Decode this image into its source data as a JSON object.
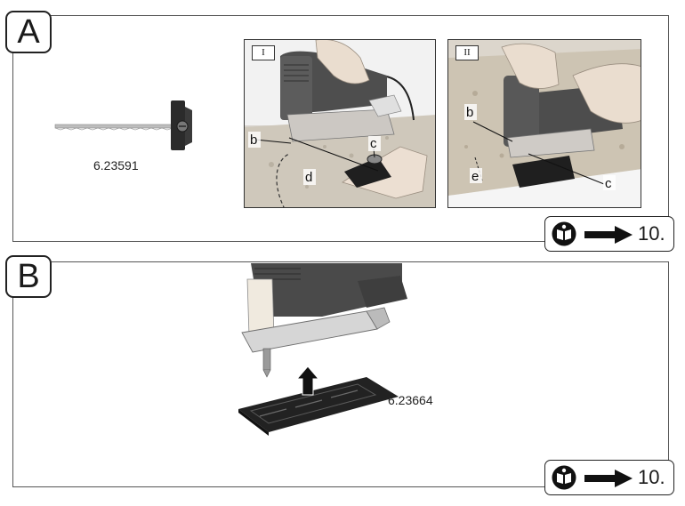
{
  "section_a": {
    "label": "A",
    "part_number": "6.23591",
    "photo_1": {
      "tag": "I",
      "callouts": {
        "b": "b",
        "c": "c",
        "d": "d"
      }
    },
    "photo_2": {
      "tag": "II",
      "callouts": {
        "b": "b",
        "c": "c",
        "e": "e"
      }
    },
    "page_ref": "10."
  },
  "section_b": {
    "label": "B",
    "part_number": "6.23664",
    "page_ref": "10."
  },
  "icons": [
    "manual-book-icon",
    "arrow-right-icon"
  ]
}
